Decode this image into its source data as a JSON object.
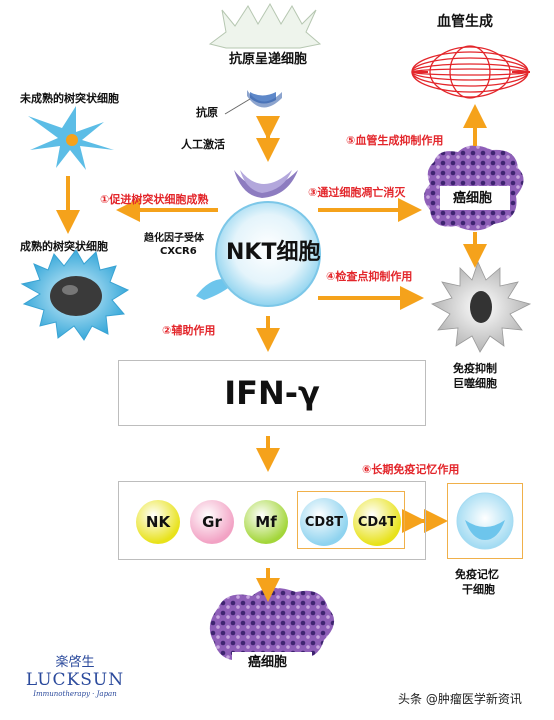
{
  "labels": {
    "apc": "抗原呈递细胞",
    "antigen": "抗原",
    "artificial_activation": "人工激活",
    "immature_dc": "未成熟的树突状细胞",
    "mature_dc": "成熟的树突状细胞",
    "chemokine_receptor_line1": "趋化因子受体",
    "chemokine_receptor_line2": "CXCR6",
    "nkt_cell": "NKT细胞",
    "angiogenesis": "血管生成",
    "cancer_cell_top": "癌细胞",
    "immunosuppressive_macrophage_line1": "免疫抑制",
    "immunosuppressive_macrophage_line2": "巨噬细胞",
    "ifn_gamma": "IFN-γ",
    "memory_stem_cell_line1": "免疫记忆",
    "memory_stem_cell_line2": "干细胞",
    "cancer_cell_bottom": "癌细胞"
  },
  "actions": {
    "promote_dc_maturation": "①促进树突状细胞成熟",
    "helper": "②辅助作用",
    "apoptosis": "③通过细胞凋亡消灭",
    "checkpoint_inhibition": "④检查点抑制作用",
    "angiogenesis_inhibition": "⑤血管生成抑制作用",
    "long_term_memory": "⑥长期免疫记忆作用"
  },
  "effector_cells": [
    {
      "label": "NK",
      "color": "#e8e21a"
    },
    {
      "label": "Gr",
      "color": "#f2a2c4"
    },
    {
      "label": "Mf",
      "color": "#a3d63a"
    },
    {
      "label": "CD8T",
      "color": "#8fd3ef"
    },
    {
      "label": "CD4T",
      "color": "#e8e21a"
    }
  ],
  "logo": {
    "chinese": "楽啓生",
    "name": "LUCKSUN",
    "tagline": "Immunotherapy · Japan"
  },
  "footer": {
    "source": "头条 @肿瘤医学新资讯"
  },
  "colors": {
    "arrow": "#f5a21b",
    "red_text": "#e3262b",
    "nkt_blue": "#8fd3ef",
    "cancer_purple": "#5b3a8a"
  }
}
